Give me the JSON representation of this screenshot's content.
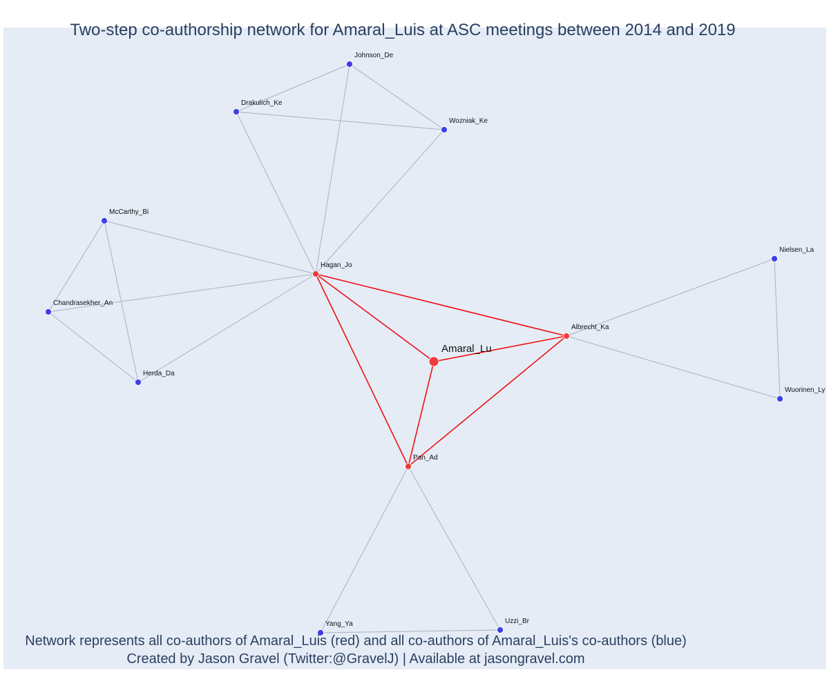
{
  "title": "Two-step co-authorship network for Amaral_Luis at ASC meetings between 2014 and 2019",
  "footer": {
    "line1": "Network represents all co-authors of Amaral_Luis (red) and all co-authors of Amaral_Luis's co-authors (blue)",
    "line2": "Created by Jason Gravel (Twitter:@GravelJ) | Available at jasongravel.com"
  },
  "colors": {
    "background": "#e5ecf6",
    "text": "#2a3f5f",
    "first_degree_node": "#ef3b3b",
    "second_degree_node": "#3f3fe6",
    "first_degree_edge": "#ee1111",
    "second_degree_edge": "#a9afc4"
  },
  "chart_data": {
    "type": "network",
    "focal": "Amaral_Lu",
    "nodes": [
      {
        "id": "Amaral_Lu",
        "group": "focal"
      },
      {
        "id": "Hagan_Jo",
        "group": "co-author"
      },
      {
        "id": "Albrecht_Ka",
        "group": "co-author"
      },
      {
        "id": "Pan_Ad",
        "group": "co-author"
      },
      {
        "id": "Johnson_De",
        "group": "second-degree"
      },
      {
        "id": "Drakulich_Ke",
        "group": "second-degree"
      },
      {
        "id": "Wozniak_Ke",
        "group": "second-degree"
      },
      {
        "id": "McCarthy_Bi",
        "group": "second-degree"
      },
      {
        "id": "Chandrasekher_An",
        "group": "second-degree"
      },
      {
        "id": "Herda_Da",
        "group": "second-degree"
      },
      {
        "id": "Nielsen_La",
        "group": "second-degree"
      },
      {
        "id": "Wuorinen_Ly",
        "group": "second-degree"
      },
      {
        "id": "Yang_Ya",
        "group": "second-degree"
      },
      {
        "id": "Uzzi_Br",
        "group": "second-degree"
      }
    ],
    "edges": [
      [
        "Amaral_Lu",
        "Hagan_Jo"
      ],
      [
        "Amaral_Lu",
        "Albrecht_Ka"
      ],
      [
        "Amaral_Lu",
        "Pan_Ad"
      ],
      [
        "Hagan_Jo",
        "Albrecht_Ka"
      ],
      [
        "Hagan_Jo",
        "Pan_Ad"
      ],
      [
        "Albrecht_Ka",
        "Pan_Ad"
      ],
      [
        "Johnson_De",
        "Drakulich_Ke"
      ],
      [
        "Johnson_De",
        "Wozniak_Ke"
      ],
      [
        "Johnson_De",
        "Hagan_Jo"
      ],
      [
        "Drakulich_Ke",
        "Wozniak_Ke"
      ],
      [
        "Drakulich_Ke",
        "Hagan_Jo"
      ],
      [
        "Wozniak_Ke",
        "Hagan_Jo"
      ],
      [
        "McCarthy_Bi",
        "Hagan_Jo"
      ],
      [
        "McCarthy_Bi",
        "Chandrasekher_An"
      ],
      [
        "McCarthy_Bi",
        "Herda_Da"
      ],
      [
        "Chandrasekher_An",
        "Hagan_Jo"
      ],
      [
        "Chandrasekher_An",
        "Herda_Da"
      ],
      [
        "Herda_Da",
        "Hagan_Jo"
      ],
      [
        "Nielsen_La",
        "Albrecht_Ka"
      ],
      [
        "Nielsen_La",
        "Wuorinen_Ly"
      ],
      [
        "Wuorinen_Ly",
        "Albrecht_Ka"
      ],
      [
        "Yang_Ya",
        "Pan_Ad"
      ],
      [
        "Uzzi_Br",
        "Pan_Ad"
      ],
      [
        "Yang_Ya",
        "Uzzi_Br"
      ]
    ]
  }
}
